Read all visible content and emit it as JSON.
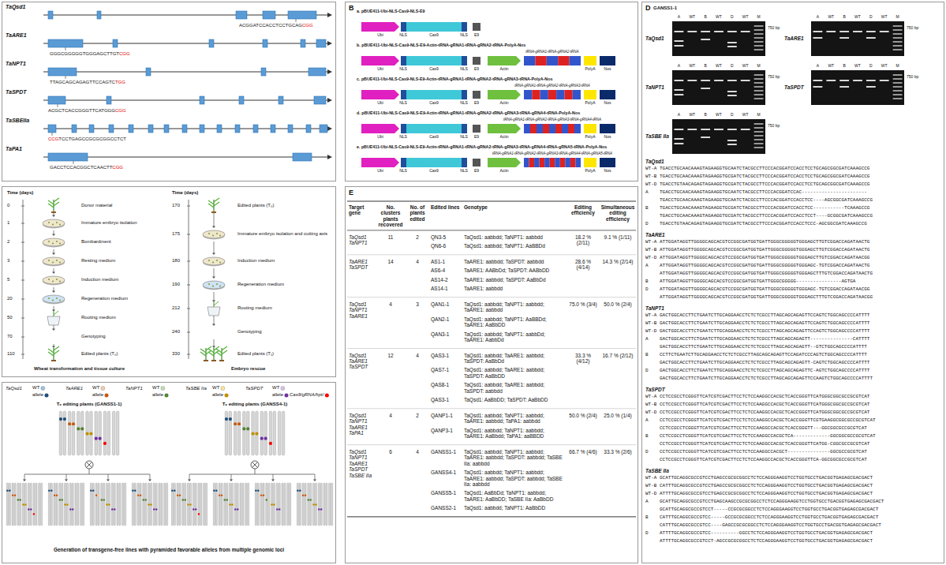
{
  "diagram": {
    "nodes": [
      {
        "text": [
          "TaQsd1",
          "ACGGATCCACCTCCTGCAGCGG",
          "TaARE1",
          "GGGCGGGGGTGGGAGCTTGTCGG",
          "TaNPT1",
          "TTAGCAGCAGAGTTCCAGTCTGG",
          "TaSPDT",
          "ACGCTCACCGGGTTCATGGGCGG",
          "TaSBEIIa",
          "CCGTCCTGAGCCGCGCGGCCTCT",
          "TaPA1",
          "GACCTCCACGGCTCAACTTCGG"
        ]
      },
      {
        "text": [
          "B",
          "a. pBUE411-Ubi-NLS-Cas9-NLS-E9",
          "Ubi",
          "NLS",
          "Cas9",
          "NLS",
          "E9",
          "b. pBUE411-Ubi-NLS-Cas9-NLS-E9-Actin-tRNA-gRNA1-tRNA-gRNA2-tRNA-PolyA-Nos",
          "tRNA-gRNA1-tRNA-gRNA2-tRNA",
          "Ubi",
          "NLS",
          "Cas9",
          "NLS",
          "E9",
          "Actin",
          "PolyA",
          "Nos",
          "c. pBUE411-Ubi-NLS-Cas9-NLS-E9-Actin-tRNA-gRNA1-tRNA-gRNA2-tRNA-gRNA3-tRNA-PolyA-Nos",
          "tRNA-gRNA1-tRNA-gRNA2-tRNA-gRNA3-tRNA",
          "Ubi",
          "NLS",
          "Cas9",
          "NLS",
          "E9",
          "Actin",
          "PolyA",
          "Nos",
          "d. pBUE411-Ubi-NLS-Cas9-NLS-E9-Actin-tRNA-gRNA1-tRNA-gRNA2-tRNA-gRNA3-tRNA-gRNA4-tRNA-PolyA-Nos",
          "tRNA-gRNA1-tRNA-gRNA2-tRNA-gRNA3-tRNA-gRNA4-tRNA",
          "Ubi",
          "NLS",
          "Cas9",
          "NLS",
          "E9",
          "Actin",
          "PolyA",
          "Nos",
          "e. pBUE411-Ubi-NLS-Cas9-NLS-E9-Actin-tRNA-gRNA1-tRNA-gRNA2-tRNA-gRNA3-tRNA-gRNA4-tRNA-gRNA5-tRNA-PolyA-Nos",
          "tRNA-gRNA1-tRNA-gRNA2-tRNA-gRNA3-tRNA-gRNA4-tRNA-gRNA5-tRNA",
          "Ubi",
          "NLS",
          "Cas9",
          "NLS",
          "E9",
          "Actin",
          "PolyA",
          "Nos"
        ]
      },
      {
        "text": [
          "Time (days)",
          "0",
          "1",
          "2",
          "3",
          "5",
          "20",
          "50",
          "70",
          "110",
          "Donor material",
          "Immature embryo isolation",
          "Bombardment",
          "Resting medium",
          "Induction medium",
          "Regeneration medium",
          "Rooting medium",
          "Genotyping",
          "Edited plants (T₀)",
          "Wheat transformation and tissue culture",
          "Time (days)",
          "170",
          "175",
          "180",
          "190",
          "212",
          "240",
          "330",
          "Edited plants (T₀)",
          "Immature embryo isolation and cutting axis",
          "Induction medium",
          "Regeneration medium",
          "Rooting medium",
          "Genotyping",
          "Edited plants (T₁)",
          "Embryo rescue"
        ]
      },
      {
        "text": [
          "TaQsd1",
          "WT",
          "allele",
          "TaARE1",
          "WT",
          "allele",
          "TaNPT1",
          "WT",
          "allele",
          "TaSBE IIa",
          "WT",
          "allele",
          "TaSPDT",
          "WT",
          "allele",
          "Cas9/gRNA/hpt/",
          "T₀ editing plants (GANSS1-1)",
          "T₀ editing plants (GANSS4-1)",
          "Generation of transgene-free lines with pyramided favorable alleles from multiple genomic loci"
        ]
      },
      {
        "text": [
          "E",
          "Target gene",
          "No. clusters plants recovered",
          "No. of plants edited",
          "Edited lines",
          "Genotype",
          "Editing efficiency",
          "Simultaneous editing efficiency",
          "TaQsd1 TaNPT1",
          "11",
          "2",
          "QN3-5",
          "TaQsd1: aabbdd; TaNPT1: aabbdd",
          "QN6-6",
          "TaQsd1: aabbdd; TaNPT1: AaBBDd",
          "18.2 % (2/11)",
          "9.1 % (1/11)",
          "TaARE1 TaSPDT",
          "14",
          "4",
          "AS1-1",
          "TaARE1: aabbdd; TaSPDT: aabbdd",
          "AS6-4",
          "TaARE1: AABbDd; TaSPDT: AABbDD",
          "AS14-2",
          "TaARE1: aabbdd; TaSPDT: AaBbDd",
          "AS14-1",
          "TaARE1: aabbdd",
          "28.6 % (4/14)",
          "14.3 % (2/14)",
          "TaQsd1 TaNPT1 TaARE1",
          "4",
          "3",
          "QAN1-1",
          "TaQsd1: aabbdd; TaNPT1: aabbdd; TaARE1: aabbdd",
          "QAN2-1",
          "TaQsd1: aabbdd; TaNPT1: AaBBDd; TaARE1: AaBbDD",
          "QAN3-1",
          "TaQsd1: aabbdd; TaNPT1: aabbDd; TaARE1: AabbDd",
          "75.0 % (3/4)",
          "50.0 % (2/4)",
          "TaQsd1 TaARE1 TaSPDT",
          "12",
          "4",
          "QAS3-1",
          "TaQsd1: aabbdd; TaARE1: aabbdd; TaSPDT: AaBbDd",
          "QAS7-1",
          "TaQsd1: aabbdd; TaARE1: aabbdd; TaSPDT: AaBbDD",
          "QAS8-1",
          "TaQsd1: aabbdd; TaARE1: aabbdd; TaSPDT: aabbdd",
          "QAS3-1",
          "TaQsd1: AaBbDD; TaSPDT: AaBbDD",
          "33.3 % (4/12)",
          "16.7 % (2/12)",
          "TaQsd1 TaNPT1 TaARE1 TaPA1",
          "4",
          "2",
          "QANP1-1",
          "TaQsd1: aabbdd; TaNPT1: aabbdd; TaARE1: aabbdd; TaPA1: aabbdd",
          "QANP3-1",
          "TaQsd1: aabbdd; TaNPT1: aabbdd; TaARE1: AaBbdd; TaPA1: aaBBDD",
          "50.0 % (2/4)",
          "25.0 % (1/4)",
          "TaQsd1 TaNPT1 TaARE1 TaSPDT TaSBE IIa",
          "6",
          "4",
          "GANSS1-1",
          "TaQsd1: aabbdd; TaNPT1: aabbdd; TaARE1: aabbdd; TaSPDT: aabbdd; TaSBE IIa: aabbdd",
          "GANSS4-1",
          "TaQsd1: aabbdd; TaNPT1: aabbdd; TaARE1: aabbdd; TaSPDT: aabbdd; TaSBE IIa: aabbdd",
          "GANSS5-1",
          "TaQsd1: AaBbDd; TaNPT1: aabbdd; TaARE1: AaBbDD; TaSBE IIa: AaBbDD",
          "GANSS2-1",
          "TaQsd1: aabbdd; TaNPT1: AaBbDD",
          "66.7 % (4/6)",
          "33.3 % (2/6)"
        ]
      },
      {
        "text": [
          "D",
          "GANSS1-1",
          "TaQsd1",
          "A",
          "WT",
          "B",
          "WT",
          "D",
          "WT",
          "M",
          "750 bp",
          "TaARE1",
          "A",
          "WT",
          "B",
          "WT",
          "D",
          "WT",
          "M",
          "750 bp",
          "TaNPT1",
          "A",
          "WT",
          "B",
          "WT",
          "D",
          "WT",
          "M",
          "750 bp",
          "TaSPDT",
          "A",
          "WT",
          "B",
          "WT",
          "D",
          "WT",
          "M",
          "750 bp",
          "TaSBE IIa",
          "A",
          "WT",
          "B",
          "WT",
          "D",
          "WT",
          "M",
          "750 bp",
          "TaQsd1",
          "WT-A TGACCTGCAACAAAGTAGAAGGTGCAATCTACGCCTTCCCACGGATCCACCTCCTGCAGCGGCGATCAAAGCCG",
          "WT-B TGACCTGCAACAAAGTAGAAGGTGCGATCTACGCCTTCCCACGGATCCACCTCCTGCAGCGGCGATCAAAGCCG",
          "WT-D TGACCTGTAACAGAGTAGAAGGTGCGATCTACGCCTTCCCACGGATCCACCTCCTGCAGCGGCGATCAAAGCCG",
          "A    TGACCTGCAACAAAGTAGAAGGTGCAATCTACGCCTTCCCACGGATCCAC-----------------------",
          "TGACCTGCAACAAAGTAGAAGGTGCAATCTACGCCTTCCCACGGATCCACCTCC----AGCGGCGATCAAAGCCG",
          "B    TGACCTGCAACAAAGTAGAAGGTGCGATCTACGCCTTCCCACGGATCCACCTCC-----------TCAAAGCCG",
          "TGACCTGCAACAAAGTAGAAGGTGCGATCTACGCCTTCCCACGGATCCACCTCCT----GCGGCGATCAAAGCCG",
          "D    TGACCTGTAACAGAGTAGAAGGTGCGATCTACGCCTTCCCACGGATCCACCTCCC-AGCGGCGATCAAAGCCG",
          "TaARE1",
          "WT-A ATTGGATAGGTTGGGGCAGCACGTCCGGCGATGGTGATTGGGCGGGGGTGGGAGCTTGTCGGACCAGATAACTG",
          "WT-B ATTGGATAGGTTGGGGCAGCACGTCCGGCGATGGTGATTGGGCGGGGGTGGGAGCTTGTCGGACCAGATAACTG",
          "WT-D ATTGGATAGGTTGGGGCAGCACGTCCGGCGATGGTGATTGGGCGGGGGTGGGAGCTTGTCGGACCAGATAACGG",
          "A    ATTGGATAGGTTGGGGCAGCACGTCCGGCGATGGTGATTGGGCGGGGGTGGGAGC-TGTCGGACCAGATAACTG",
          "ATTGGATAGGTTGGGGCAGCACGTCCGGCGATGGTGATTGGGCGGGGGTGGGAGCTTTGTCGGACCAGATAACTG",
          "B    ATTGGATAGGTTGGGGCAGCACGTCCGGCGATGGTGATTGGGCGGGGG----------------AGTGA",
          "D    ATTGGATAGGTTGGGGCAGCACGTCCGGCGATGGTGATTGGGCGGGGGTGGGAGC-TGTCGGACCAGATAACGG",
          "ATTGGATAGGTTGGGGCAGCACGTCCGGCGATGGTGATTGGGCGGGGGTGGGAGCTTTGTCGGACCAGATAACGG",
          "TaNPT1",
          "WT-A GACTGGCACCTTCTGAATCTTGCAGGAACCTCTCTCGCCTTAGCAGCAGAGTTCCAGTCTGGCAGCCCCATTTT",
          "WT-B GACTGGCACCTTCTGAATCTTGCAGGAACCTCTCTCGCCTTAGCAGCAGAGTTCCAGTCTGGCAGCCCCATTTT",
          "WT-D GACTGGCACCTTCTGAATCTTGCAGGAACCTCTCTCGCCTTAGCAGCAGAGTTCCAGTCTGGCAGCCCCATTTT",
          "A    GACTGGCACCTTCTGAATCTTGCAGGAACCTCTCTCGCCTTAGCAGCAGAGTT---------------CATTTT",
          "GACTGGCACCTTCTGAATCTTGCAGGAACCTCTCTCGCCTTAGCAGCAGAGTT--GTCTGGCAGCCCCATTTT",
          "B    CCTTCTGAATCTTGCAGGAACCTCTCTCGCCTTAGCAGCAGAGTTCCAGATCCCAGTCTGGCAGCCCCATTTT",
          "GACTGGCACCTTCTGAATCTTGCAGGAACCTCTCTCGCCTTAGCAGCAGAGTT-CAGTCTGGCAGCCCCATTTT",
          "D    GACTGGCACCTTCTGAATCTTGCAGGAACCTCTCTCGCCTTAGCAGCAGAGTTC-AGTCTGGCAGCCCCATTTT",
          "GACTGGCACCTTCTGAATCTTGCAGGAACCTCTCTCGCCTTAGCAGCAGAGTTCCAAGTCTGGCAGCCCCATTTT",
          "TaSPDT",
          "WT-A CCTCCGCCTCGGGTTCATCGTCGACTTCCTCTCCAAGGCCACGCTCACCGGGTTCATGGGCGGCGCCGCGTCAT",
          "WT-B CCTCCGCCTCGGGTTCATCGTCGACTTCCTCTCCAAGGCCACGCTCACCGGGTTCATGGGCGGCGCCGCGTCAT",
          "WT-D CCTCCGCCTCGGGTTCATCGTCGACTTCCTCTCCAAGGCCACGCTCACCGGGTTCATGGGCGGCGCCGCGTCAT",
          "A    CCTCCGCCTCGGGTTCATCGTCGACTTCCTCTCCAAGGCCACGCTCACCGGGTTCGTGAAGGCGGCGCCGCGTCAT",
          "CCTCCGCCTCGGGTTCATCGTCGACTTCCTCTCCAAGGCCACGCTCACCGGGTT---GGCGGCGCCGCGTCAT",
          "B    CCTCCGCCTCGGGTTCATCGTCGACTTCCTCTCCAAGGCCACGCTCA-------------GGCGGCGCCGCGTCAT",
          "CCTCCGCCTCGGGTTCATCGTCGACTTCCTCTCCAAGGCCACGCTCACCGGGTTCATGG-CGGCGCCGCGTCAT",
          "D    CCTCCGCCTCGGGTTCATCGTCGACTTCCTCTCCAAGGCCACGCT---------------GGCGCCGCGTCAT",
          "CCTCCGCCTCGGGTTCATCGTCGACTTCCTCTCCAAGGCCACGCTCACCGGGTTCA-GGCGGCGCCGCGTCAT",
          "TaSBE IIa",
          "WT-A GCATTGCAGGCGCCGTCCTGAGCCGCGCGGCCTCTCCAGGGAAGGTCCTGGTGCCTGACGGTGAGAGCGACGACT",
          "WT-B CATTTGCAGGCGCCGTCCTGAGCCGCGCGGCCTCTCCAGGGAAGGTCCTGGTGCCTGACGGTGAGAGCGACGACT",
          "WT-D ATTTTGCAGGCGCCGTCCTGAGCCGCGCGGCCTCTCCAGGGAAGGTCCTGGTGCCTGACGGTGAGAGCGACGACT",
          "A    GCATTGCAGGCGCCGTCCTGAGCAAGCCGCGCGGCCTCTCCAGGGAAGGTCCTGGTGCCTGACGGTGAGAGCGACGACT",
          "GCATTGCAGGCGCCGTCCT-----CCGCGCGGCCTCTCCAGGGAAGGTCCTGGTGCCTGACGGTGAGAGCGACGACT",
          "B    CATTTGCAGGCGCCGTCC-----GCCGCGCGGCCTCTCCAGGGAAGGTCCTGGTGCCTGACGGTGAGAGCGACGACT",
          "CATTTGCAGGCGCCGTCC----GAGCCGCGCGGCCTCTCCAGGGAAGGTCCTGGTGCCTGACGGTGAGAGCGACGACT",
          "D    ATTTTGCAGGCGCCGTCC----------GGCCTCTCCAGGGAAGGTCCTGGTGCCTGACGGTGAGAGCGACGACT",
          "ATTTTGCAGGCGCCGTCCT-AGCCGCGCGGCCTCTCCAGGGAAGGTCCTGGTGCCTGACGGTGAGAGCGACGACT"
        ]
      }
    ]
  }
}
